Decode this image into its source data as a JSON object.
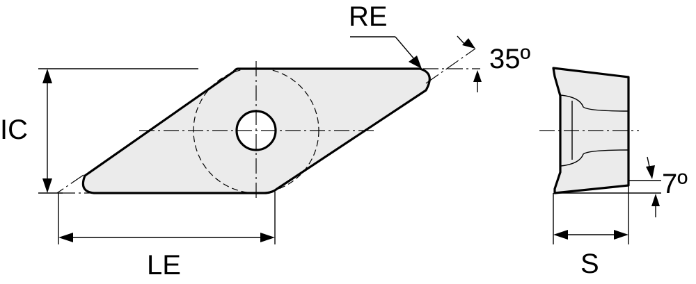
{
  "labels": {
    "re": "RE",
    "angle_top": "35º",
    "ic": "IC",
    "le": "LE",
    "angle_side": "7º",
    "s": "S"
  }
}
